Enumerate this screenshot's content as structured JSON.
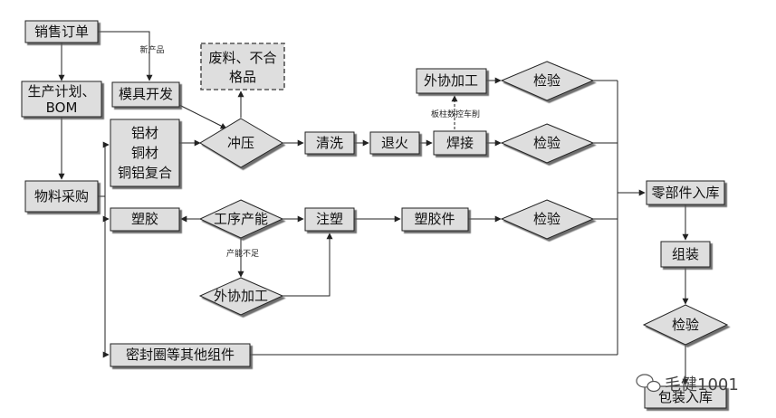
{
  "nodes": {
    "sales_order": "销售订单",
    "production_plan_1": "生产计划、",
    "production_plan_2": "BOM",
    "material_purchase": "物料采购",
    "mold_dev": "模具开发",
    "scrap_1": "废料、不合",
    "scrap_2": "格品",
    "metals_1": "铝材",
    "metals_2": "铜材",
    "metals_3": "铜铝复合",
    "stamping": "冲压",
    "cleaning": "清洗",
    "annealing": "退火",
    "welding": "焊接",
    "outsource_top": "外协加工",
    "inspect_top": "检验",
    "inspect_weld": "检验",
    "plastic": "塑胶",
    "process_capacity": "工序产能",
    "injection": "注塑",
    "plastic_part": "塑胶件",
    "inspect_plastic": "检验",
    "outsource_bottom": "外协加工",
    "seal_parts": "密封圈等其他组件",
    "parts_storage": "零部件入库",
    "assembly": "组装",
    "inspect_final": "检验",
    "packing": "包装入库"
  },
  "edge_labels": {
    "new_product": "新产品",
    "cnc_lathe": "板柱数控车削",
    "insufficient": "产能不足"
  },
  "watermark": "毛健1001"
}
